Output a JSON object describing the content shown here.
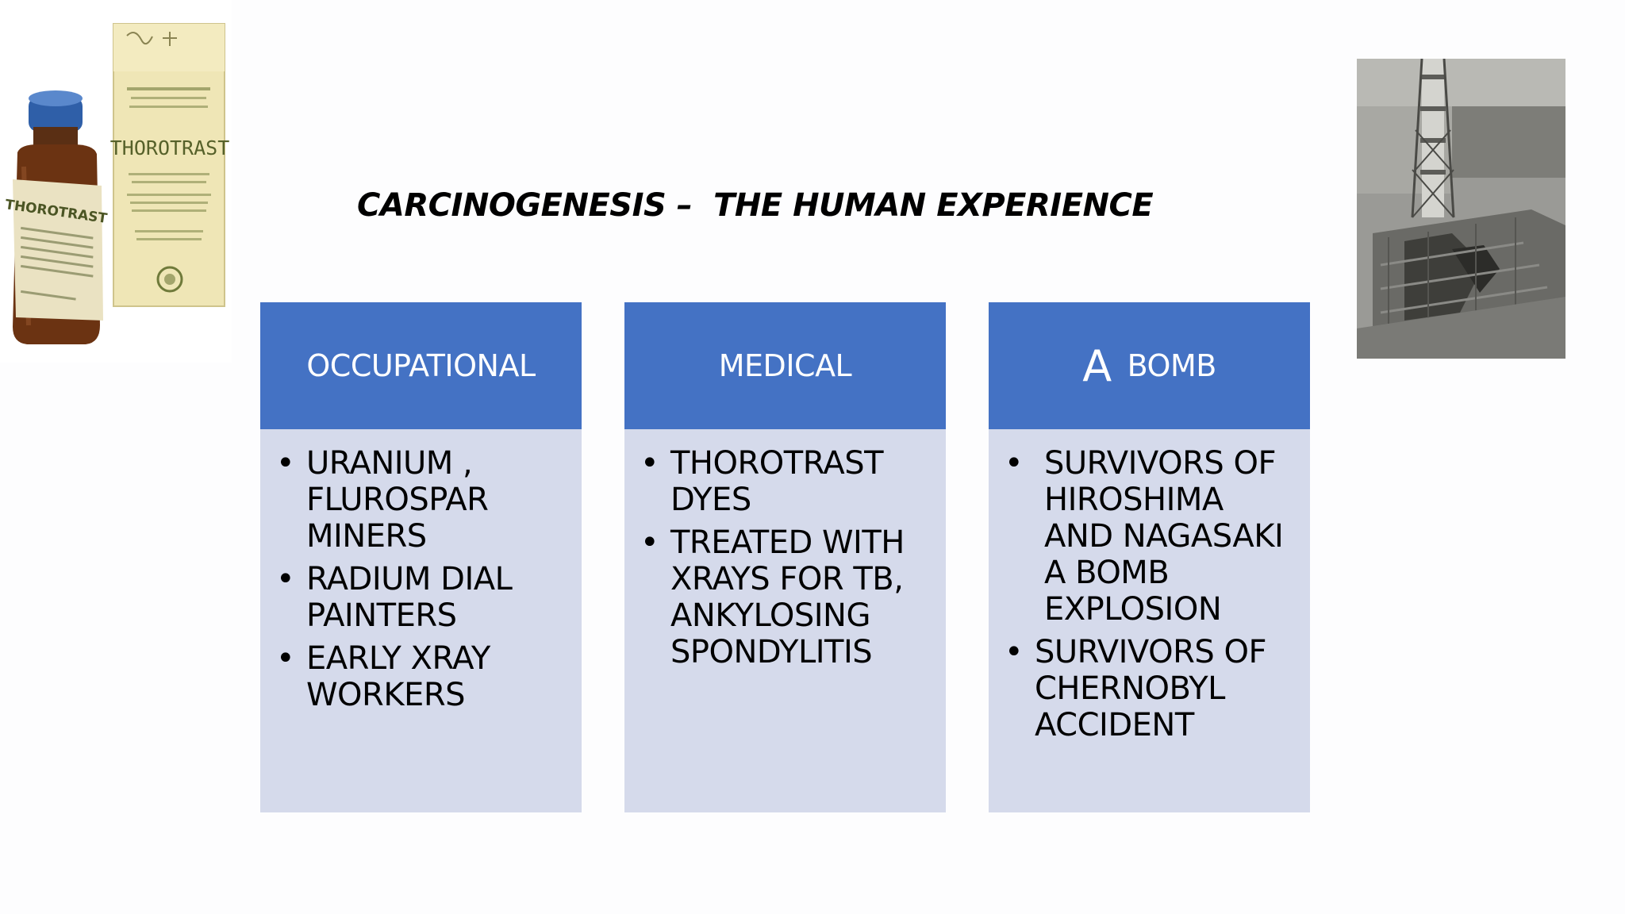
{
  "slide": {
    "title": "CARCINOGENESIS –  THE HUMAN EXPERIENCE"
  },
  "left_image": {
    "label": "THOROTRAST",
    "box_label": "THOROTRAST",
    "bottle_label": "THOROTRAST"
  },
  "columns": [
    {
      "header": "OCCUPATIONAL",
      "items": [
        "URANIUM , FLUROSPAR MINERS",
        "RADIUM DIAL PAINTERS",
        "EARLY XRAY WORKERS"
      ]
    },
    {
      "header": "MEDICAL",
      "items": [
        "THOROTRAST DYES",
        "TREATED WITH XRAYS FOR TB, ANKYLOSING SPONDYLITIS"
      ]
    },
    {
      "header_a": "A",
      "header_rest": "BOMB",
      "items": [
        "SURVIVORS OF HIROSHIMA AND NAGASAKI A BOMB EXPLOSION",
        "SURVIVORS OF CHERNOBYL ACCIDENT"
      ]
    }
  ],
  "colors": {
    "header_fill": "#4472c4",
    "body_fill": "#d5daeb",
    "header_text": "#ffffff",
    "body_text": "#000000"
  }
}
